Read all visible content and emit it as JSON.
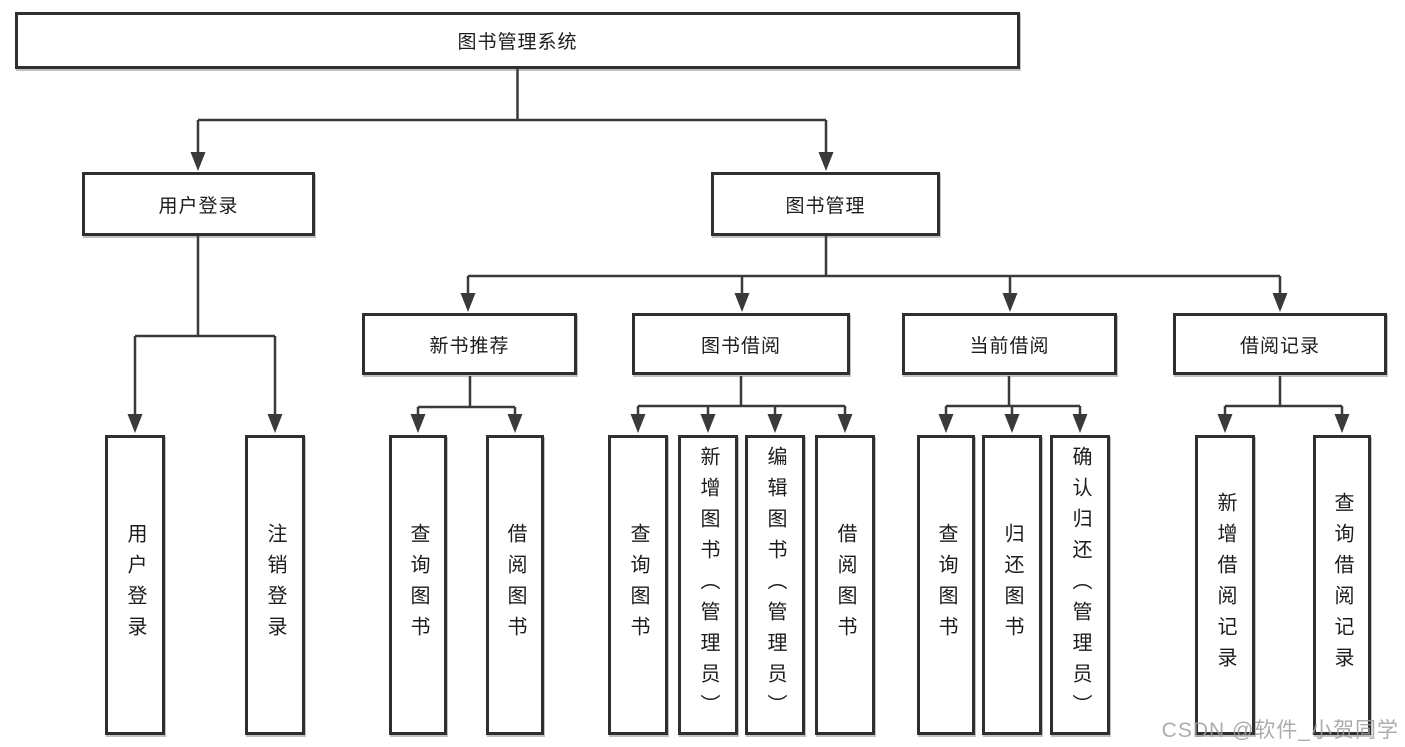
{
  "tree": {
    "root": "图书管理系统",
    "level2": {
      "user_login": "用户登录",
      "book_management": "图书管理"
    },
    "level3": {
      "new_book_recommend": "新书推荐",
      "book_borrow": "图书借阅",
      "current_borrow": "当前借阅",
      "borrow_records": "借阅记录"
    },
    "leaves": {
      "login": [
        "用户登录",
        "注销登录"
      ],
      "recommend": [
        "查询图书",
        "借阅图书"
      ],
      "borrow": [
        "查询图书",
        "新增图书（管理员）",
        "编辑图书（管理员）",
        "借阅图书"
      ],
      "current": [
        "查询图书",
        "归还图书",
        "确认归还（管理员）"
      ],
      "records": [
        "新增借阅记录",
        "查询借阅记录"
      ]
    }
  },
  "watermark": "CSDN @软件_小贺同学",
  "colors": {
    "line": "#3a3a3a",
    "box_border": "#2f2f2f",
    "text": "#1c1c1c",
    "background": "#ffffff",
    "watermark": "#9e9e9e"
  }
}
